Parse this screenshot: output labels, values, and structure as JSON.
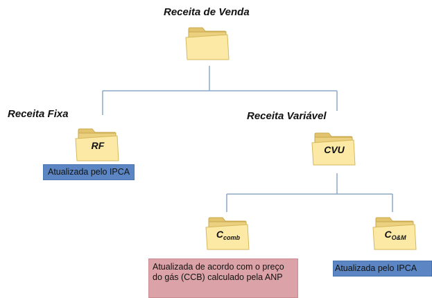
{
  "root": {
    "title": "Receita de Venda"
  },
  "fixed": {
    "title": "Receita Fixa",
    "folder_label": "RF",
    "note": "Atualizada pelo IPCA"
  },
  "variable": {
    "title": "Receita Variável",
    "folder_label": "CVU"
  },
  "comb": {
    "label_main": "C",
    "label_sub": "comb",
    "note": "Atualizada de acordo com o preço do gás (CCB) calculado pela ANP"
  },
  "om": {
    "label_main": "C",
    "label_sub": "O&M",
    "note": "Atualizada pelo IPCA"
  },
  "colors": {
    "connector": "#8aa7c8",
    "folder_body": "#f0d88a",
    "folder_front": "#fbe9a5",
    "note_blue": "#5b86c3",
    "note_red": "#dba3a7"
  }
}
